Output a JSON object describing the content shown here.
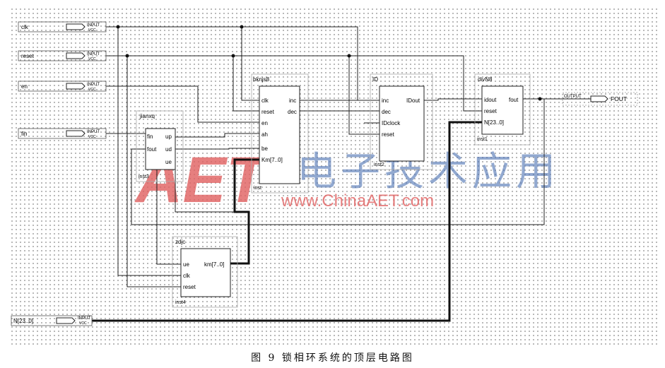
{
  "caption": "图 9   锁相环系统的顶层电路图",
  "watermark": {
    "logo_letters": "AET",
    "slogan": "电子技术应用",
    "url": "www.ChinaAET.com",
    "color": "#e06060"
  },
  "pins": {
    "inputs": [
      {
        "name": "clk",
        "tag": "INPUT",
        "vcc": "VCC"
      },
      {
        "name": "reset",
        "tag": "INPUT",
        "vcc": "VCC"
      },
      {
        "name": "en",
        "tag": "INPUT",
        "vcc": "VCC"
      },
      {
        "name": "fin",
        "tag": "INPUT",
        "vcc": "VCC"
      },
      {
        "name": "N[23..0]",
        "tag": "INPUT",
        "vcc": "VCC"
      }
    ],
    "output": {
      "name": "FOUT",
      "tag": "OUTPUT"
    }
  },
  "blocks": {
    "jianxq": {
      "title": "jianxq",
      "inst": "inst3",
      "left_ports": [
        "fin",
        "fout"
      ],
      "right_ports": [
        "up",
        "ud",
        "ue"
      ]
    },
    "bknjs8": {
      "title": "bknjs8",
      "inst": "inst",
      "left_ports": [
        "clk",
        "reset",
        "en",
        "ah",
        "be",
        "Km[7..0]"
      ],
      "right_ports": [
        "inc",
        "dec"
      ]
    },
    "ID": {
      "title": "ID",
      "inst": "inst2",
      "left_ports": [
        "inc",
        "dec",
        "IDclock",
        "reset"
      ],
      "right_ports": [
        "IDout"
      ]
    },
    "divN8": {
      "title": "divN8",
      "inst": "inst1",
      "left_ports": [
        "idout",
        "reset",
        "N[23..0]"
      ],
      "right_ports": [
        "fout"
      ]
    },
    "zdjc": {
      "title": "zdjc",
      "inst": "inst4",
      "left_ports": [
        "ue",
        "clk",
        "reset"
      ],
      "right_ports": [
        "km[7..0]"
      ]
    }
  }
}
